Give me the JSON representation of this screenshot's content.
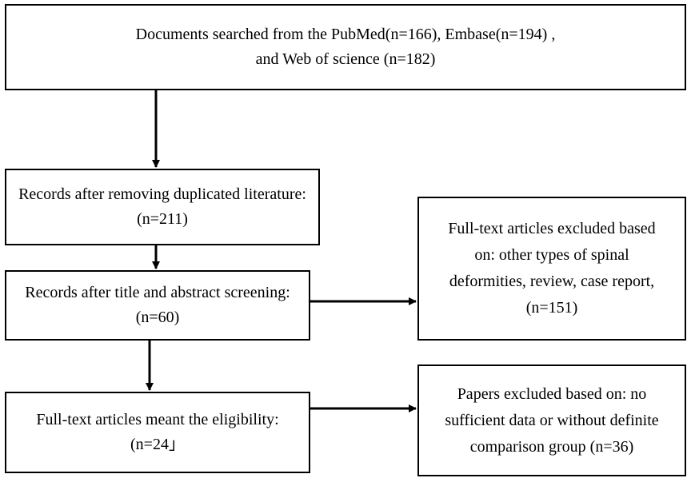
{
  "flowchart": {
    "search": {
      "line1": "Documents searched from the PubMed(n=166), Embase(n=194) ,",
      "line2": "and Web of science (n=182)"
    },
    "deduplicated": {
      "line1": "Records after removing duplicated literature:",
      "line2": "(n=211)"
    },
    "screened": {
      "line1": "Records after title and abstract screening:",
      "line2": "(n=60)"
    },
    "excluded_fulltext": {
      "line1": "Full-text articles excluded based",
      "line2": "on: other types of spinal",
      "line3": "deformities, review, case report,",
      "line4": "(n=151)"
    },
    "eligible": {
      "line1": "Full-text articles meant the eligibility:",
      "line2": "(n=24」"
    },
    "excluded_papers": {
      "line1": "Papers excluded based on: no",
      "line2": "sufficient data or without definite",
      "line3": "comparison group (n=36)"
    }
  }
}
